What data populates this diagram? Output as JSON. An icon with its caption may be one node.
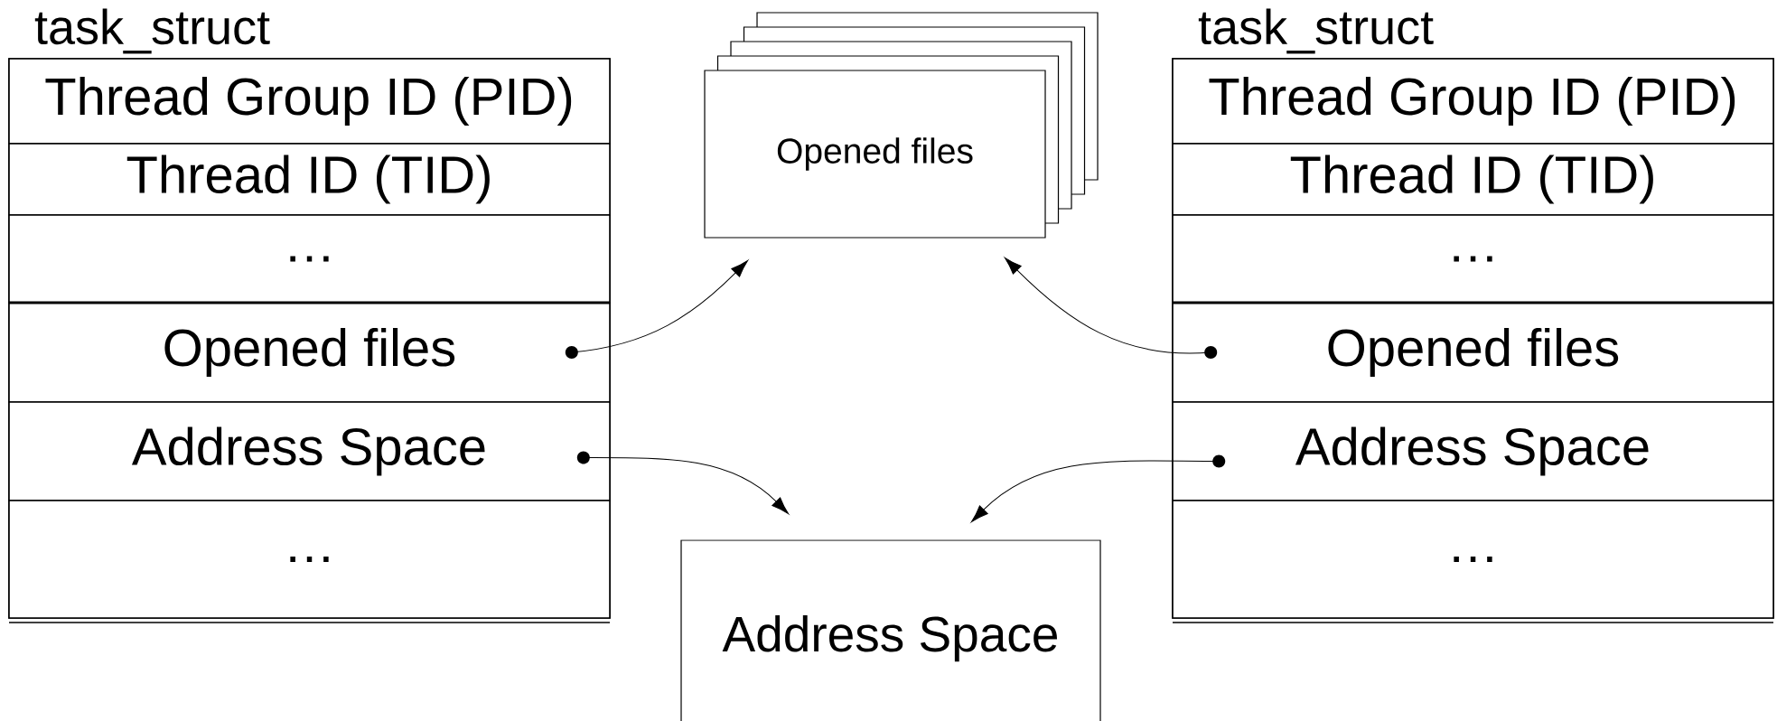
{
  "diagram": {
    "nodes": [
      {
        "text": [
          "task_struct"
        ]
      },
      {
        "text": [
          "Thread Group ID (PID)"
        ],
        "in": 0
      },
      {
        "text": [
          "Thread ID (TID)"
        ],
        "in": 0
      },
      {
        "text": [
          "…"
        ],
        "in": 0
      },
      {
        "text": [
          "Opened files"
        ],
        "in": 0
      },
      {
        "text": [
          "Address Space"
        ],
        "in": 0
      },
      {
        "text": [
          "…"
        ],
        "in": 0
      },
      {
        "text": [
          "Opened files"
        ]
      },
      {
        "text": [
          "Address Space"
        ]
      },
      {
        "text": [
          "task_struct"
        ]
      },
      {
        "text": [
          "Thread Group ID (PID)"
        ],
        "in": 9
      },
      {
        "text": [
          "Thread ID (TID)"
        ],
        "in": 9
      },
      {
        "text": [
          "…"
        ],
        "in": 9
      },
      {
        "text": [
          "Opened files"
        ],
        "in": 9
      },
      {
        "text": [
          "Address Space"
        ],
        "in": 9
      },
      {
        "text": [
          "…"
        ],
        "in": 9
      }
    ],
    "edges": [
      {
        "from": 4,
        "to": 7,
        "arrow": "to"
      },
      {
        "from": 5,
        "to": 8,
        "arrow": "to"
      },
      {
        "from": 13,
        "to": 7,
        "arrow": "to"
      },
      {
        "from": 14,
        "to": 8,
        "arrow": "to"
      }
    ]
  }
}
